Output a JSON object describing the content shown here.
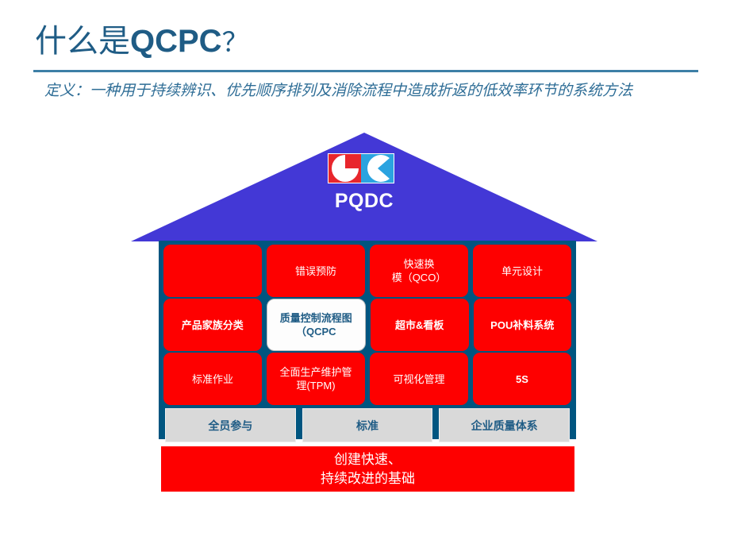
{
  "slide": {
    "title_cjk": "什么是",
    "title_latin": "QCPC",
    "title_question_mark": "？",
    "subtitle": "定义：一种用于持续辨识、优先顺序排列及消除流程中造成折返的低效率环节的系统方法",
    "accent_color": "#1f5c85",
    "rule_color": "#3d7fa6"
  },
  "house": {
    "roof": {
      "label": "PQDC",
      "fill_color": "#4338d6",
      "logo": {
        "name": "pqdc-logo",
        "left_square_color": "#e8262c",
        "right_square_color": "#2ba3e0"
      }
    },
    "body_color": "#005580",
    "rows": [
      {
        "row_index": 1,
        "cells": [
          {
            "label": "",
            "style": "red",
            "lines": [
              ""
            ]
          },
          {
            "label": "错误预防",
            "style": "red",
            "lines": [
              "错误预防"
            ]
          },
          {
            "label": "快速换模（QCO）",
            "style": "red",
            "lines": [
              "快速换",
              "模（QCO）"
            ]
          },
          {
            "label": "单元设计",
            "style": "red",
            "lines": [
              "单元设计"
            ]
          }
        ]
      },
      {
        "row_index": 2,
        "cells": [
          {
            "label": "产品家族分类",
            "style": "red-bold",
            "lines": [
              "产品家族分类"
            ]
          },
          {
            "label": "质量控制流程图（QCPC",
            "style": "white-highlight",
            "lines": [
              "质量控制流程图",
              "（QCPC"
            ]
          },
          {
            "label": "超市&看板",
            "style": "red-bold",
            "lines": [
              "超市&看板"
            ]
          },
          {
            "label": "POU补料系统",
            "style": "red-bold",
            "lines": [
              "POU补料系统"
            ]
          }
        ]
      },
      {
        "row_index": 3,
        "cells": [
          {
            "label": "标准作业",
            "style": "red",
            "lines": [
              "标准作业"
            ]
          },
          {
            "label": "全面生产维护管理(TPM)",
            "style": "red",
            "lines": [
              "全面生产维护管",
              "理(TPM)"
            ]
          },
          {
            "label": "可视化管理",
            "style": "red",
            "lines": [
              "可视化管理"
            ]
          },
          {
            "label": "5S",
            "style": "red-bold",
            "lines": [
              "5S"
            ]
          }
        ]
      }
    ],
    "foundation": {
      "cells": [
        {
          "label": "全员参与"
        },
        {
          "label": "标准"
        },
        {
          "label": "企业质量体系"
        }
      ],
      "fill_color": "#d9d9d9",
      "text_color": "#1f5c85"
    },
    "base_banner": {
      "lines": [
        "创建快速、",
        "持续改进的基础"
      ],
      "fill_color": "#fe0000",
      "text_color": "#ffffff"
    }
  }
}
